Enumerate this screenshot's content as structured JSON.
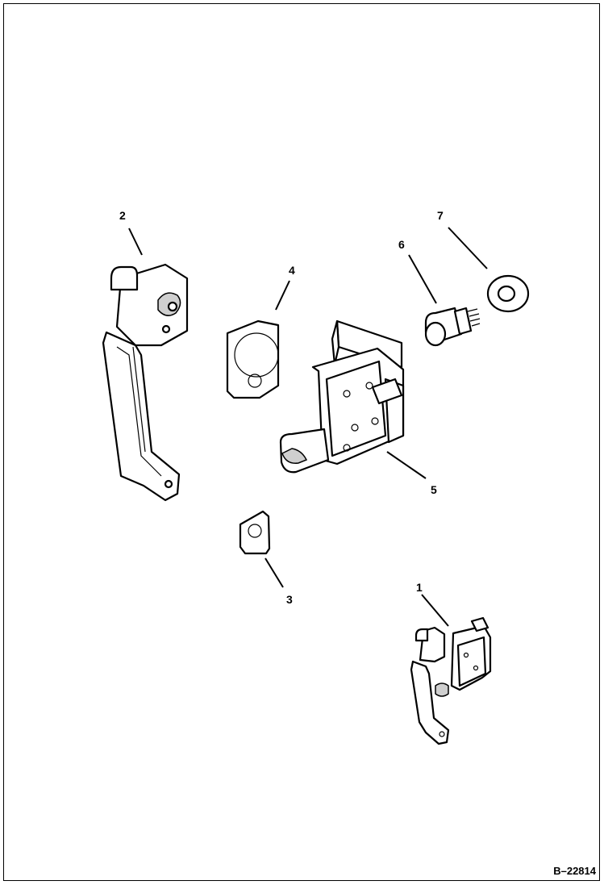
{
  "callouts": {
    "c1": "1",
    "c2": "2",
    "c3": "3",
    "c4": "4",
    "c5": "5",
    "c6": "6",
    "c7": "7"
  },
  "figure_ref": "B–22814"
}
